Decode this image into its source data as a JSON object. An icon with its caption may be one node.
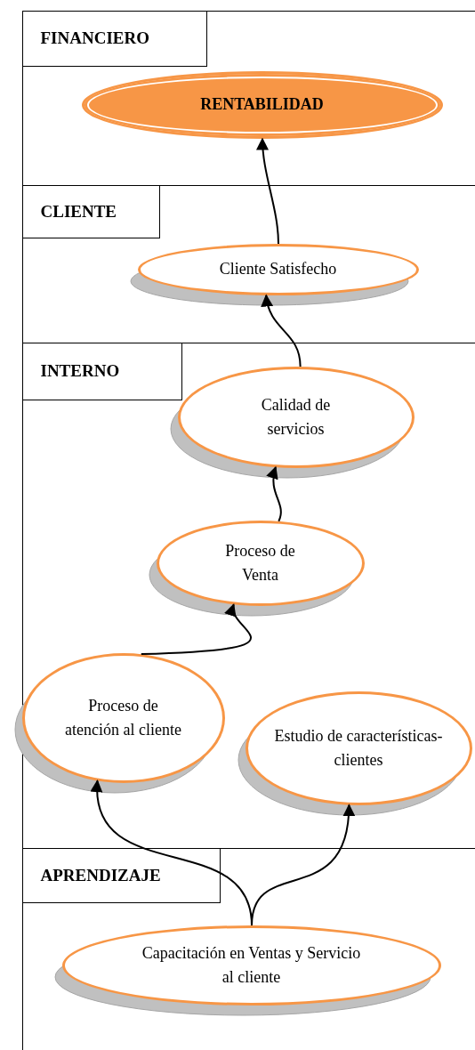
{
  "diagram": {
    "nodes": [
      {
        "text": [
          "FINANCIERO"
        ]
      },
      {
        "text": [
          "RENTABILIDAD"
        ],
        "in": 0
      },
      {
        "text": [
          "CLIENTE"
        ]
      },
      {
        "text": [
          "Cliente Satisfecho"
        ],
        "in": 2
      },
      {
        "text": [
          "INTERNO"
        ]
      },
      {
        "text": [
          "Calidad de servicios"
        ],
        "in": 4
      },
      {
        "text": [
          "Proceso de Venta"
        ],
        "in": 4
      },
      {
        "text": [
          "Proceso de atención al cliente"
        ],
        "in": 4
      },
      {
        "text": [
          "Estudio de características-clientes"
        ],
        "in": 4
      },
      {
        "text": [
          "APRENDIZAJE"
        ]
      },
      {
        "text": [
          "Capacitación en Ventas y Servicio al cliente"
        ],
        "in": 9
      }
    ],
    "edges": [
      {
        "from": 3,
        "to": 1,
        "arrow": "to"
      },
      {
        "from": 5,
        "to": 3,
        "arrow": "to"
      },
      {
        "from": 6,
        "to": 5,
        "arrow": "to"
      },
      {
        "from": 7,
        "to": 6,
        "arrow": "to"
      },
      {
        "from": 10,
        "to": 7,
        "arrow": "to"
      },
      {
        "from": 10,
        "to": 8,
        "arrow": "to"
      }
    ]
  }
}
